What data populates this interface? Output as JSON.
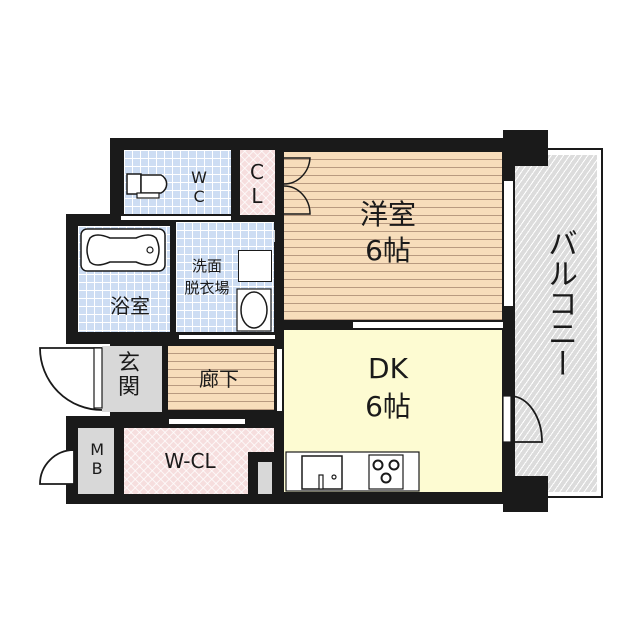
{
  "floor_plan": {
    "rooms": {
      "wc": {
        "label": "WC",
        "fill": "#cdddf3"
      },
      "closet": {
        "label": "CL",
        "fill": "#f6dede"
      },
      "western_room": {
        "label": "洋室",
        "size": "6帖",
        "fill": "#f7ddbb"
      },
      "bathroom": {
        "label": "浴室",
        "fill": "#cdddf3"
      },
      "washroom": {
        "label": "洗面脱衣場",
        "line1": "洗面",
        "line2": "脱衣場",
        "fill": "#cdddf3"
      },
      "entrance": {
        "label": "玄関",
        "fill": "#d8d8d8"
      },
      "hallway": {
        "label": "廊下",
        "fill": "#f7ddbb"
      },
      "meter_box": {
        "label": "MB",
        "fill": "#d8d8d8"
      },
      "walk_in_closet": {
        "label": "W-CL",
        "fill": "#f6dede"
      },
      "dining_kitchen": {
        "label": "DK",
        "size": "6帖",
        "fill": "#fdfbd2"
      },
      "balcony": {
        "label": "バルコニー",
        "fill": "#dcdcdc"
      }
    },
    "colors": {
      "wall": "#1a1a1a",
      "background": "#ffffff"
    }
  }
}
